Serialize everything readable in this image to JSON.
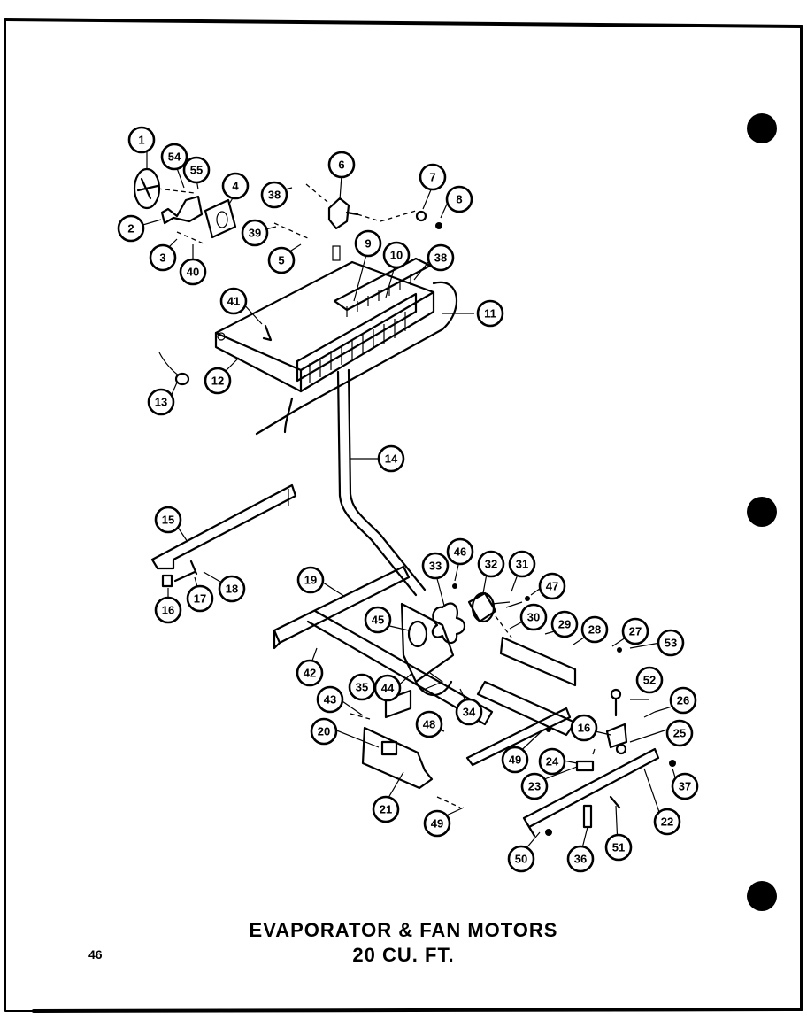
{
  "diagram": {
    "title_line1": "EVAPORATOR & FAN MOTORS",
    "title_line2": "20 CU. FT.",
    "page_number": "46",
    "callouts": [
      "1",
      "54",
      "55",
      "4",
      "2",
      "3",
      "40",
      "6",
      "38",
      "39",
      "5",
      "7",
      "8",
      "9",
      "10",
      "38",
      "41",
      "11",
      "12",
      "13",
      "14",
      "15",
      "16",
      "17",
      "18",
      "19",
      "33",
      "46",
      "32",
      "31",
      "47",
      "45",
      "30",
      "29",
      "28",
      "27",
      "53",
      "42",
      "43",
      "35",
      "44",
      "34",
      "48",
      "20",
      "49",
      "24",
      "16",
      "25",
      "52",
      "26",
      "23",
      "37",
      "22",
      "21",
      "49",
      "50",
      "36",
      "51"
    ]
  }
}
